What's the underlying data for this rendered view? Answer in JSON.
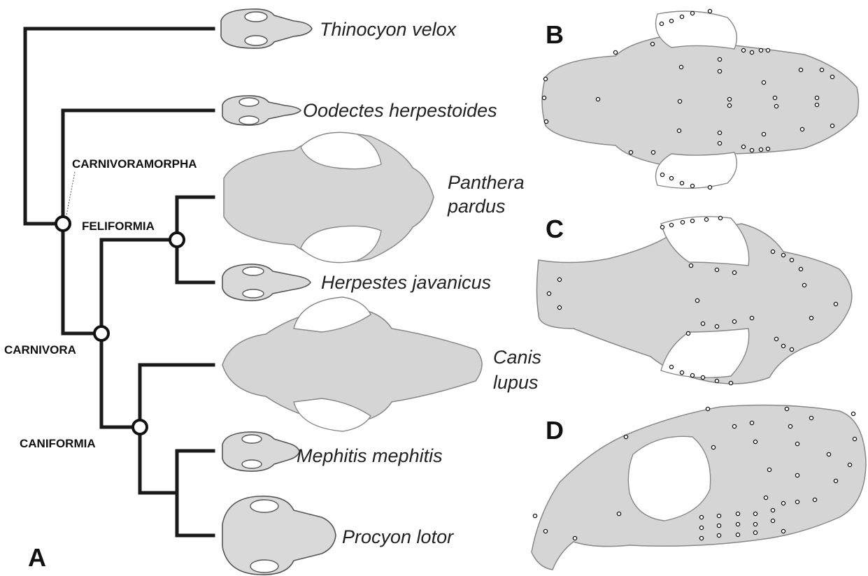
{
  "panels": {
    "a": "A",
    "b": "B",
    "c": "C",
    "d": "D"
  },
  "clades": {
    "carnivoramorpha": "CARNIVORAMORPHA",
    "feliformia": "FELIFORMIA",
    "carnivora": "CARNIVORA",
    "caniformia": "CANIFORMIA"
  },
  "taxa": {
    "thinocyon": "Thinocyon velox",
    "oodectes": "Oodectes herpestoides",
    "panthera_1": "Panthera",
    "panthera_2": "pardus",
    "herpestes": "Herpestes javanicus",
    "canis_1": "Canis",
    "canis_2": "lupus",
    "mephitis": "Mephitis mephitis",
    "procyon": "Procyon lotor"
  }
}
